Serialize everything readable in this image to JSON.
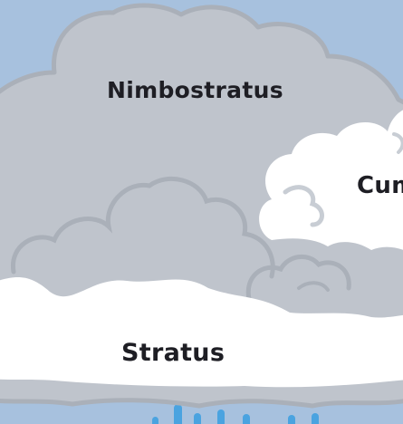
{
  "labels": {
    "nimbostratus": "Nimbostratus",
    "stratus": "Stratus",
    "cumulus": "Cumulus"
  },
  "colors": {
    "sky": "#a7c1de",
    "nimbostratus_fill": "#bfc4cc",
    "nimbostratus_outline": "#aab0b9",
    "stratus_fill": "#ffffff",
    "cumulus_fill": "#ffffff",
    "rain": "#4aa3e0",
    "label_text": "#1e1e24"
  }
}
